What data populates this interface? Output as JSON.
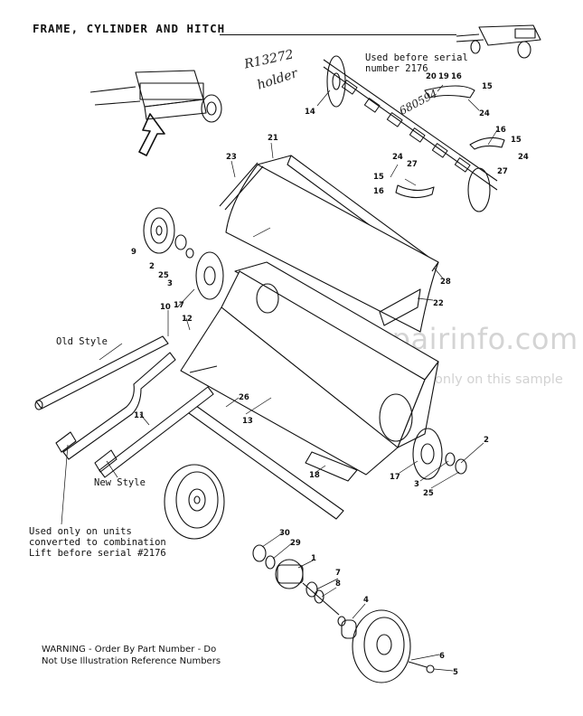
{
  "title": "FRAME, CYLINDER AND HITCH",
  "notes": {
    "used_before_serial_line1": "Used before serial",
    "used_before_serial_line2": "number 2176",
    "old_style": "Old Style",
    "new_style": "New Style",
    "used_only_line1": "Used only on units",
    "used_only_line2": "converted to combination",
    "used_only_line3": "Lift before serial #2176",
    "warning_line1": "WARNING - Order By Part Number - Do",
    "warning_line2": "Not Use Illustration Reference Numbers"
  },
  "handwritten": {
    "part_ref": "R13272",
    "holder": "holder",
    "part2": "680594"
  },
  "watermark": {
    "main": "eRepairinfo.com",
    "sub": "watermark only on this sample"
  },
  "callouts": [
    {
      "id": "c21",
      "label": "21"
    },
    {
      "id": "c23",
      "label": "23"
    },
    {
      "id": "c14",
      "label": "14"
    },
    {
      "id": "c20",
      "label": "20"
    },
    {
      "id": "c19",
      "label": "19"
    },
    {
      "id": "c16a",
      "label": "16"
    },
    {
      "id": "c15a",
      "label": "15"
    },
    {
      "id": "c24a",
      "label": "24"
    },
    {
      "id": "c16b",
      "label": "16"
    },
    {
      "id": "c15b",
      "label": "15"
    },
    {
      "id": "c24b",
      "label": "24"
    },
    {
      "id": "c27a",
      "label": "27"
    },
    {
      "id": "c24c",
      "label": "24"
    },
    {
      "id": "c27b",
      "label": "27"
    },
    {
      "id": "c15c",
      "label": "15"
    },
    {
      "id": "c16c",
      "label": "16"
    },
    {
      "id": "c9",
      "label": "9"
    },
    {
      "id": "c2a",
      "label": "2"
    },
    {
      "id": "c25a",
      "label": "25"
    },
    {
      "id": "c3a",
      "label": "3"
    },
    {
      "id": "c28",
      "label": "28"
    },
    {
      "id": "c22",
      "label": "22"
    },
    {
      "id": "c10",
      "label": "10"
    },
    {
      "id": "c17a",
      "label": "17"
    },
    {
      "id": "c12",
      "label": "12"
    },
    {
      "id": "c26",
      "label": "26"
    },
    {
      "id": "c11",
      "label": "11"
    },
    {
      "id": "c13",
      "label": "13"
    },
    {
      "id": "c2b",
      "label": "2"
    },
    {
      "id": "c17b",
      "label": "17"
    },
    {
      "id": "c3b",
      "label": "3"
    },
    {
      "id": "c25b",
      "label": "25"
    },
    {
      "id": "c18",
      "label": "18"
    },
    {
      "id": "c30",
      "label": "30"
    },
    {
      "id": "c29",
      "label": "29"
    },
    {
      "id": "c1",
      "label": "1"
    },
    {
      "id": "c7",
      "label": "7"
    },
    {
      "id": "c8",
      "label": "8"
    },
    {
      "id": "c4",
      "label": "4"
    },
    {
      "id": "c6",
      "label": "6"
    },
    {
      "id": "c5",
      "label": "5"
    }
  ]
}
